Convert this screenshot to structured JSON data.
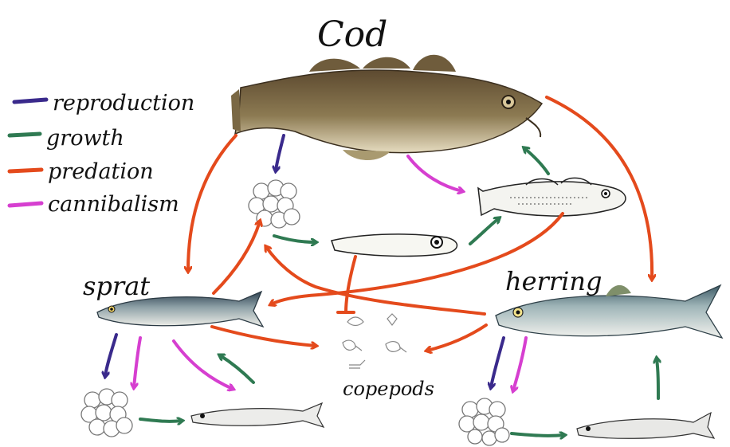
{
  "title": "Cod",
  "legend": [
    {
      "label": "reproduction",
      "color": "#3a2a8c"
    },
    {
      "label": "growth",
      "color": "#2f7a52"
    },
    {
      "label": "predation",
      "color": "#e44a1c"
    },
    {
      "label": "cannibalism",
      "color": "#d63fd0"
    }
  ],
  "species": {
    "sprat": "sprat",
    "herring": "herring",
    "copepods": "copepods"
  },
  "colors": {
    "reproduction": "#3a2a8c",
    "growth": "#2f7a52",
    "predation": "#e44a1c",
    "cannibalism": "#d63fd0"
  }
}
